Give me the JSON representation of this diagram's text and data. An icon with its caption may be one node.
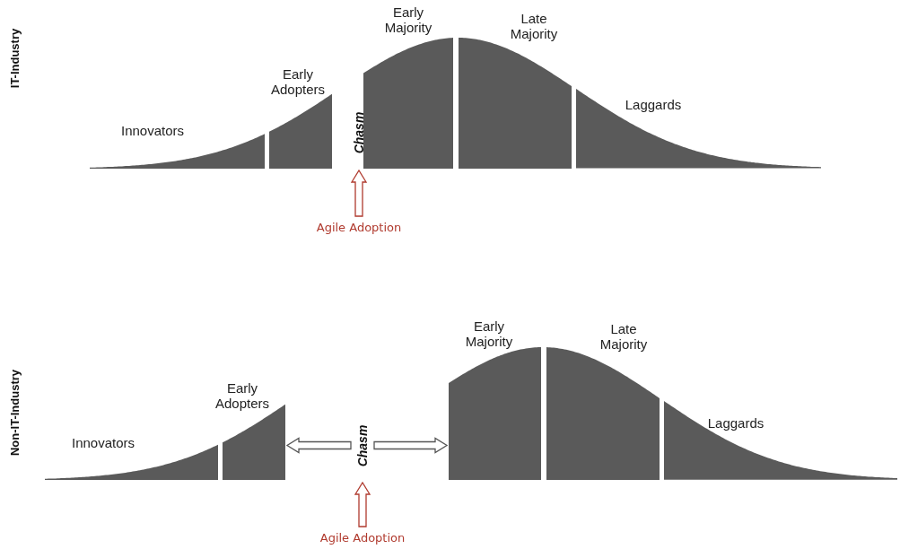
{
  "diagram": {
    "nodes": [
      {
        "text": [
          "Innovators"
        ]
      },
      {
        "text": [
          "Early Adopters"
        ]
      },
      {
        "text": [
          "Chasm"
        ]
      },
      {
        "text": [
          "Early Majority"
        ]
      },
      {
        "text": [
          "Late Majority"
        ]
      },
      {
        "text": [
          "Laggards"
        ]
      },
      {
        "text": [
          "Agile Adoption"
        ]
      },
      {
        "text": [
          "Innovators"
        ]
      },
      {
        "text": [
          "Early Adopters"
        ]
      },
      {
        "text": [
          "Chasm"
        ]
      },
      {
        "text": [
          "Early Majority"
        ]
      },
      {
        "text": [
          "Late Majority"
        ]
      },
      {
        "text": [
          "Laggards"
        ]
      },
      {
        "text": [
          "Agile Adoption"
        ]
      }
    ],
    "edges": [
      {
        "from": 6,
        "to": 2,
        "arrow": "to",
        "color": "#b03a2e"
      },
      {
        "from": 13,
        "to": 9,
        "arrow": "to",
        "color": "#b03a2e"
      },
      {
        "from": 9,
        "to": 8,
        "arrow": "to"
      },
      {
        "from": 9,
        "to": 10,
        "arrow": "to"
      }
    ],
    "labels": [
      "IT-Industry",
      "Non-IT-Industry"
    ]
  }
}
